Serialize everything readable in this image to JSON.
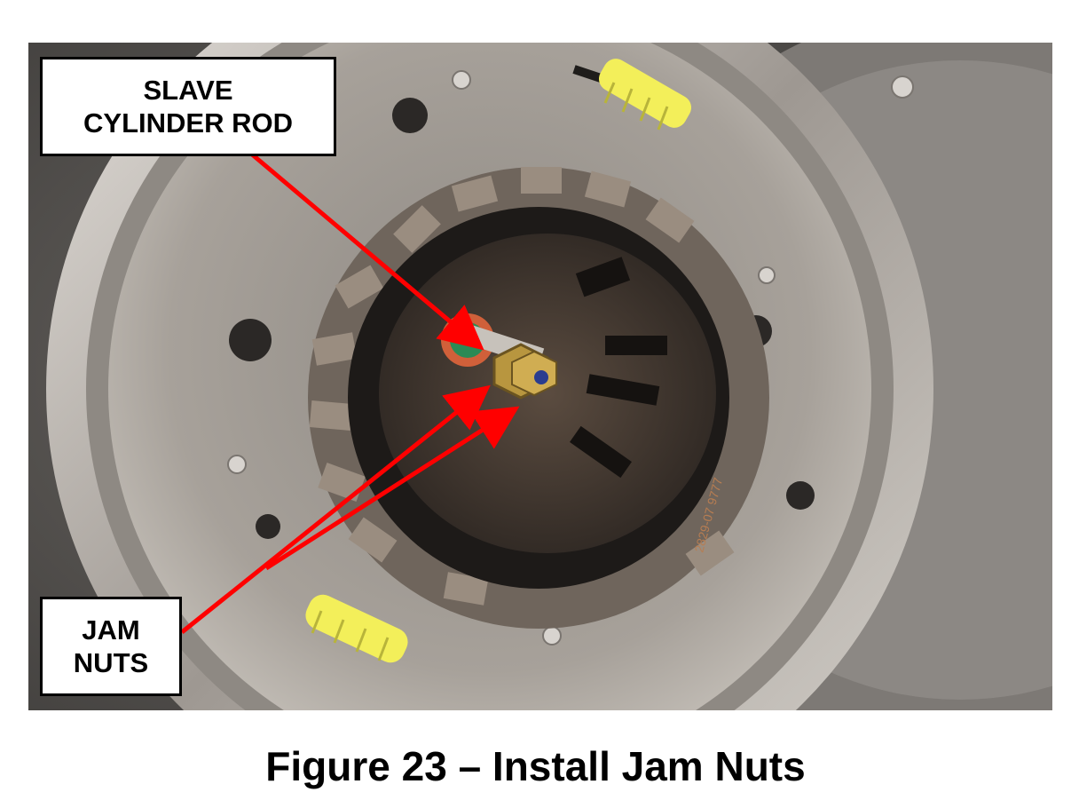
{
  "figure": {
    "caption": "Figure 23 – Install Jam Nuts",
    "photo_alt": "Dual clutch assembly with slave cylinder rod and jam nuts",
    "callouts": {
      "slave_cylinder_rod": {
        "line1": "SLAVE",
        "line2": "CYLINDER ROD"
      },
      "jam_nuts": {
        "line1": "JAM",
        "line2": "NUTS"
      }
    },
    "stamp_text": "2829-07 9777"
  },
  "colors": {
    "arrow": "#ff0000",
    "callout_border": "#000000",
    "spring": "#f3ef5a",
    "metal": "#b9b4ad",
    "friction": "#8a7c70"
  }
}
